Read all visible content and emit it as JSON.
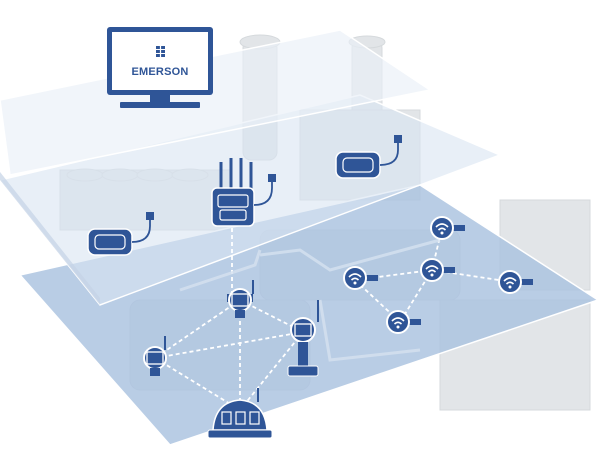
{
  "monitor": {
    "brand": "EMERSON"
  },
  "colors": {
    "device_blue": "#2f5597",
    "layer_top": "#e6edf6",
    "layer_mid": "#d5e2f0",
    "layer_bottom": "#a9c2df",
    "wire": "#ffffff",
    "plant_grey": "#c9ced3"
  },
  "layers": [
    {
      "name": "control-room-layer",
      "contents": [
        "monitor-icon"
      ]
    },
    {
      "name": "gateway-layer",
      "contents": [
        "wireless-gateway-icon",
        "interface-module-icon",
        "interface-module-icon"
      ]
    },
    {
      "name": "field-device-layer",
      "contents": [
        "transmitter-icon",
        "wireless-node-icon"
      ]
    }
  ],
  "icons": [
    "monitor-icon",
    "emerson-logo-icon",
    "wireless-gateway-icon",
    "interface-module-icon",
    "pressure-transmitter-icon",
    "level-transmitter-icon",
    "wireless-adapter-icon",
    "wifi-node-icon"
  ]
}
